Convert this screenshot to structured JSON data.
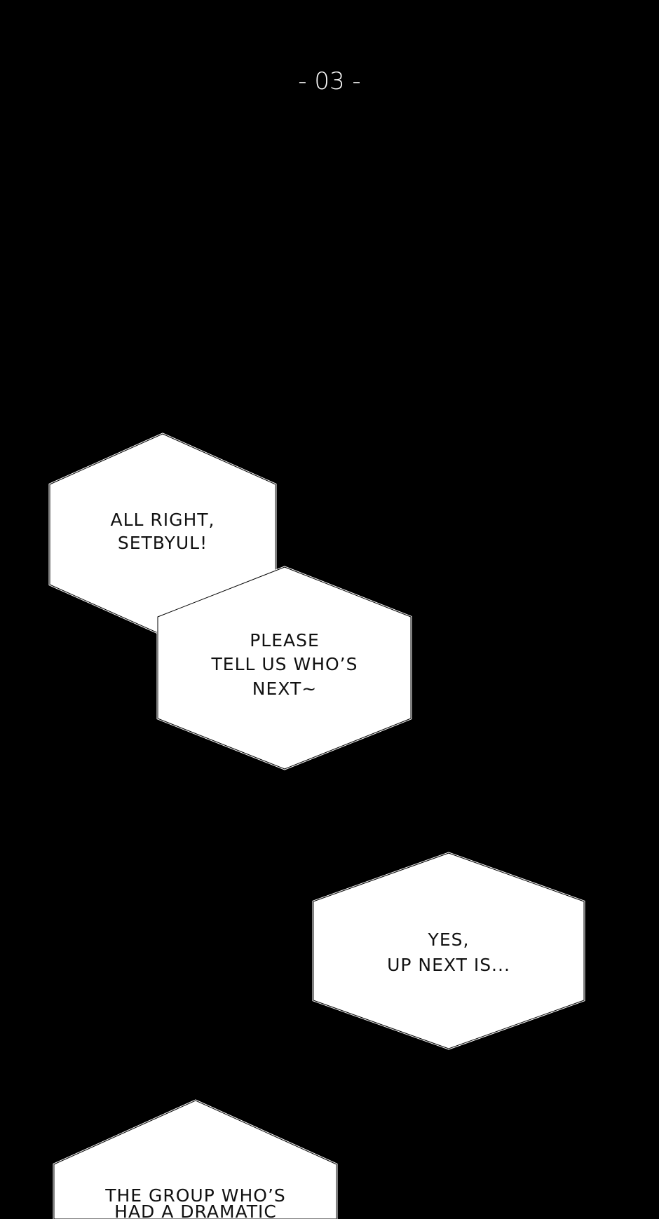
{
  "chapter_marker": "- 03 -",
  "bubbles": [
    {
      "lines": [
        "ALL RIGHT,",
        "SETBYUL!"
      ]
    },
    {
      "lines": [
        "PLEASE",
        "TELL US WHO’S",
        "NEXT~"
      ]
    },
    {
      "lines": [
        "YES,",
        "UP NEXT IS..."
      ]
    },
    {
      "lines": [
        "THE GROUP WHO’S",
        "HAD A DRAMATIC"
      ]
    }
  ]
}
